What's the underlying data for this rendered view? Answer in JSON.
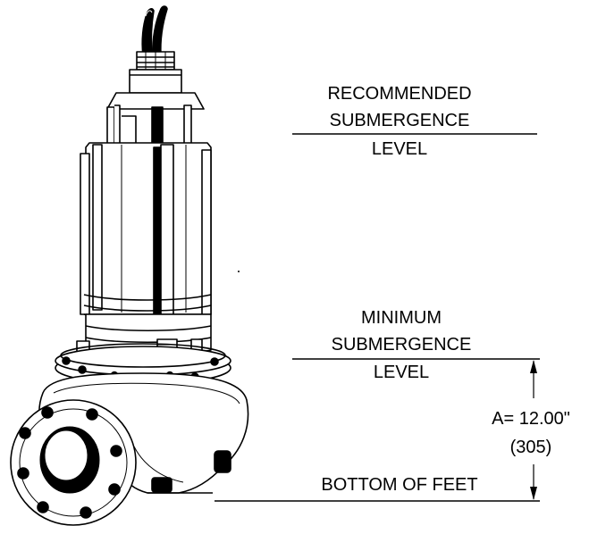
{
  "labels": {
    "recommended": [
      "RECOMMENDED",
      "SUBMERGENCE",
      "LEVEL"
    ],
    "minimum": [
      "MINIMUM",
      "SUBMERGENCE",
      "LEVEL"
    ],
    "bottom": "BOTTOM OF FEET",
    "dimension": "A= 12.00\"",
    "dimension_metric": "(305)"
  },
  "colors": {
    "ink": "#000000",
    "background": "#ffffff"
  }
}
